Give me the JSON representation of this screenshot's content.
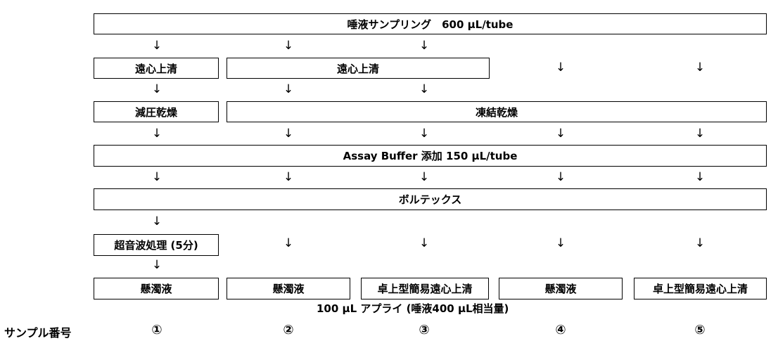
{
  "header_box": "唾液サンプリング　600 μL/tube",
  "row_centrifuge": {
    "left": "遠心上清",
    "middle": "遠心上清"
  },
  "row_dry": {
    "left": "減圧乾燥",
    "right": "凍結乾燥"
  },
  "buffer_box": "Assay Buffer 添加 150 μL/tube",
  "vortex_box": "ボルテックス",
  "sonication_box": "超音波処理 (5分)",
  "final_boxes": [
    "懸濁液",
    "懸濁液",
    "卓上型簡易遠心上清",
    "懸濁液",
    "卓上型簡易遠心上清"
  ],
  "apply_text": "100 μL アプライ (唾液400 μL相当量)",
  "sample_label": "サンプル番号",
  "sample_numbers": [
    "①",
    "②",
    "③",
    "④",
    "⑤"
  ],
  "arrow_glyph": "↓"
}
